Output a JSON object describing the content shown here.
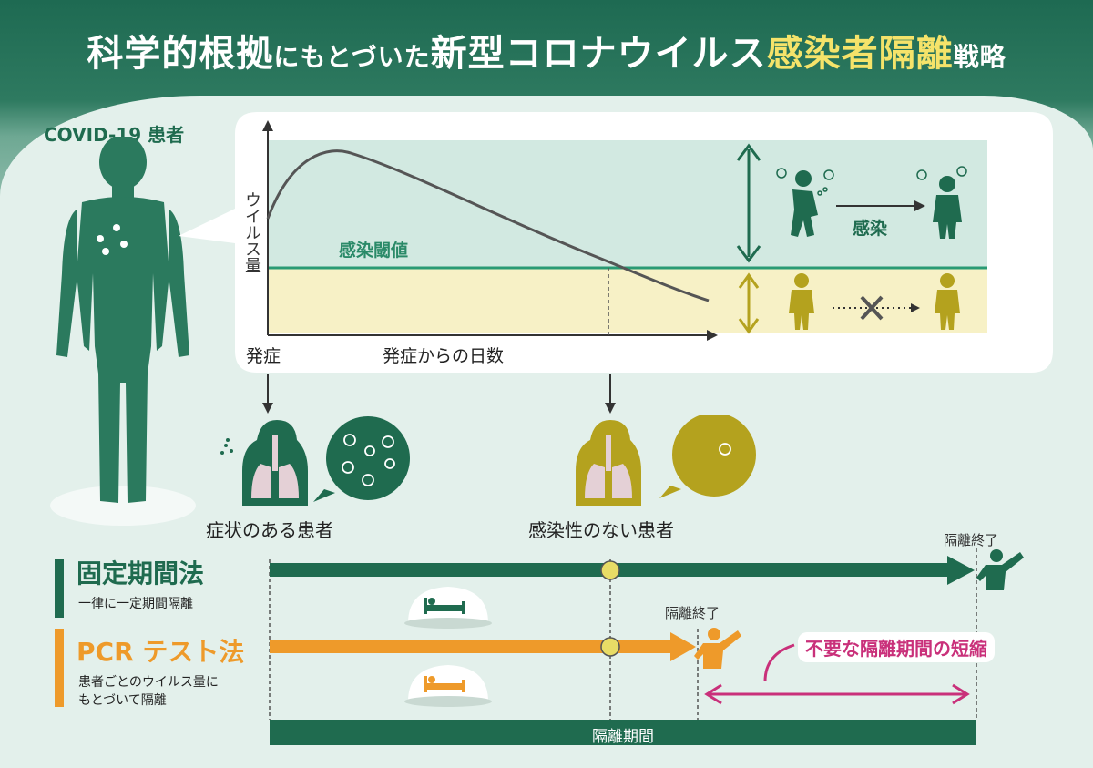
{
  "title": {
    "part1": "科学的根拠",
    "part2": "にもとづいた",
    "part3": "新型コロナウイルス",
    "part4": "感染者隔離",
    "part5": "戦略"
  },
  "patient_label": "COVID-19 患者",
  "graph": {
    "y_axis_label": "ウイルス量",
    "x_origin_label": "発症",
    "x_axis_label": "発症からの日数",
    "threshold_label": "感染閾値",
    "infection_label": "感染"
  },
  "patients": {
    "symptomatic": "症状のある患者",
    "noninfectious": "感染性のない患者"
  },
  "methods": {
    "fixed": {
      "title": "固定期間法",
      "desc": "一律に一定期間隔離",
      "end_label": "隔離終了"
    },
    "pcr": {
      "title": "PCR テスト法",
      "desc_line1": "患者ごとのウイルス量に",
      "desc_line2": "もとづいて隔離",
      "end_label": "隔離終了"
    }
  },
  "reduction_label": "不要な隔離期間の短縮",
  "period_label": "隔離期間",
  "colors": {
    "dark_green": "#1f6b4f",
    "green": "#2a8a68",
    "olive": "#b4a21e",
    "orange": "#ee9a2a",
    "magenta": "#c9307a",
    "yellow_band": "#f7f1c6",
    "teal_band": "#d2e9e1"
  }
}
